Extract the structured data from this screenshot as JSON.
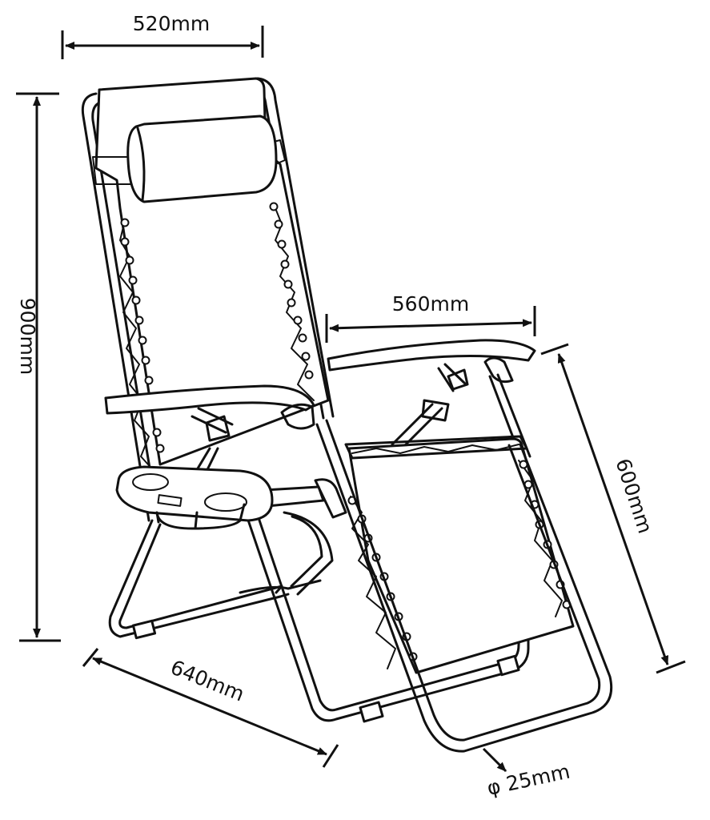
{
  "dimensions": {
    "top_width": "520mm",
    "height": "900mm",
    "armrest_width": "560mm",
    "seat_length": "600mm",
    "base_depth": "640mm",
    "tube_diameter": "φ 25mm"
  }
}
